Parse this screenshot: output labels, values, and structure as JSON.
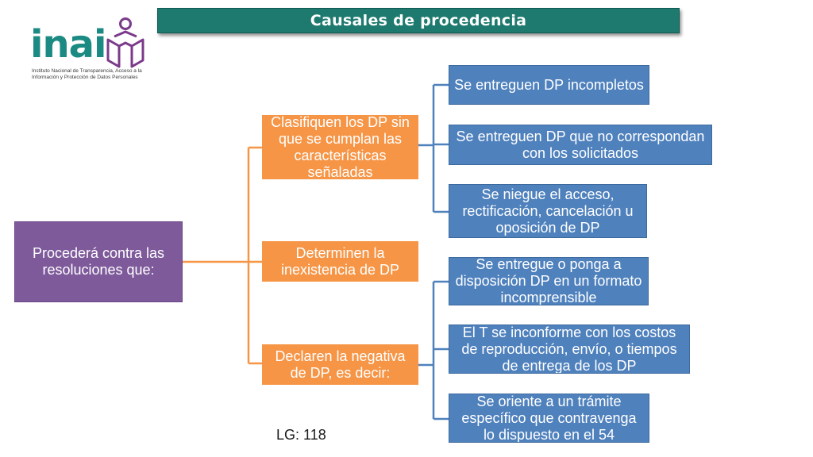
{
  "header": {
    "title": "Causales de procedencia"
  },
  "logo": {
    "wordmark": "inai",
    "subtitle": "Instituto Nacional de Transparencia, Acceso a la Información y Protección de Datos Personales",
    "colors": {
      "teal": "#1a8a82",
      "purple": "#7b3a8a"
    }
  },
  "diagram": {
    "root": "Procederá contra las resoluciones que:",
    "branches": [
      "Clasifiquen los DP sin que se cumplan las características señaladas",
      "Determinen la inexistencia de DP",
      "Declaren la negativa de DP, es decir:"
    ],
    "leaves": [
      "Se entreguen DP incompletos",
      "Se entreguen DP que no correspondan con los solicitados",
      "Se niegue el acceso, rectificación, cancelación u oposición de DP",
      "Se entregue o ponga a disposición DP en un formato incomprensible",
      "El T se inconforme con los costos de reproducción, envío, o tiempos de entrega de los DP",
      "Se oriente a un trámite específico que contravenga lo dispuesto en el 54"
    ],
    "colors": {
      "root": "#7e5a9b",
      "branch": "#f69546",
      "leaf": "#4f81bd",
      "connector": "#f69546"
    }
  },
  "footer": {
    "reference": "LG: 118"
  }
}
